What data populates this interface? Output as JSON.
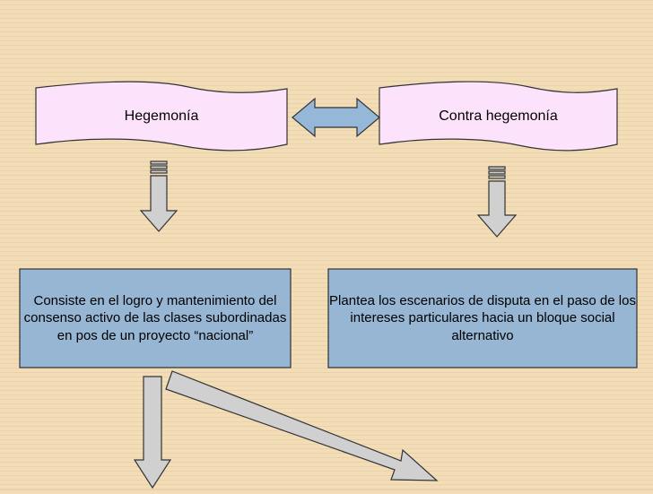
{
  "nodes": {
    "hegemonia": {
      "label": "Hegemonía"
    },
    "contra_hegemonia": {
      "label": "Contra hegemonía"
    },
    "hegemonia_desc": {
      "label": "Consiste en el logro y mantenimiento del consenso activo de las clases subordinadas en pos de un proyecto “nacional”"
    },
    "contra_desc": {
      "label": "Plantea los escenarios de disputa en el paso de los intereses particulares hacia un bloque social alternativo"
    }
  },
  "colors": {
    "background": "#f2ddb7",
    "title_fill": "#fde2fb",
    "desc_fill": "#97b6d3",
    "arrow_gray": "#d0d0d0",
    "double_arrow": "#96b8d8",
    "stroke": "#333333"
  }
}
